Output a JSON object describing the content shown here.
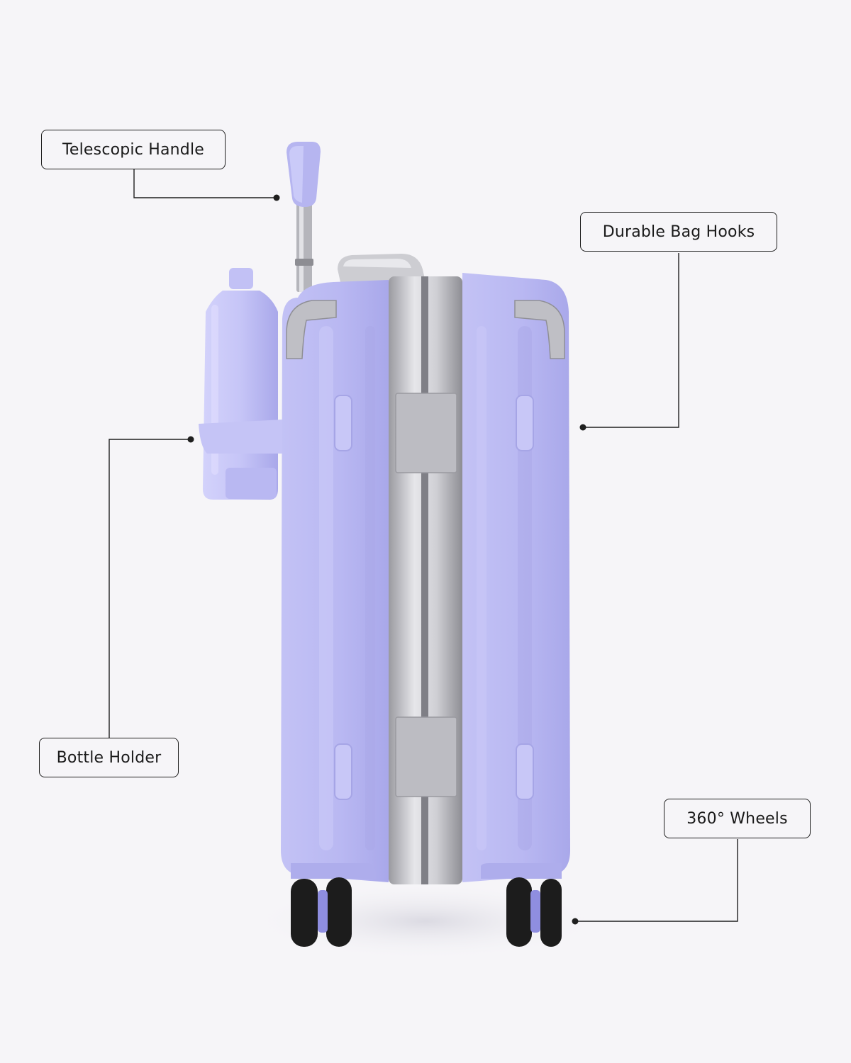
{
  "callouts": {
    "handle": "Telescopic Handle",
    "hooks": "Durable Bag Hooks",
    "bottle": "Bottle Holder",
    "wheels": "360° Wheels"
  },
  "colors": {
    "background": "#f6f5f8",
    "shell": "#b9b8f2",
    "shell_shadow": "#9f9ee6",
    "frame": "#c7c7cc",
    "wheel": "#1c1c1c",
    "line": "#1f1f1f"
  }
}
